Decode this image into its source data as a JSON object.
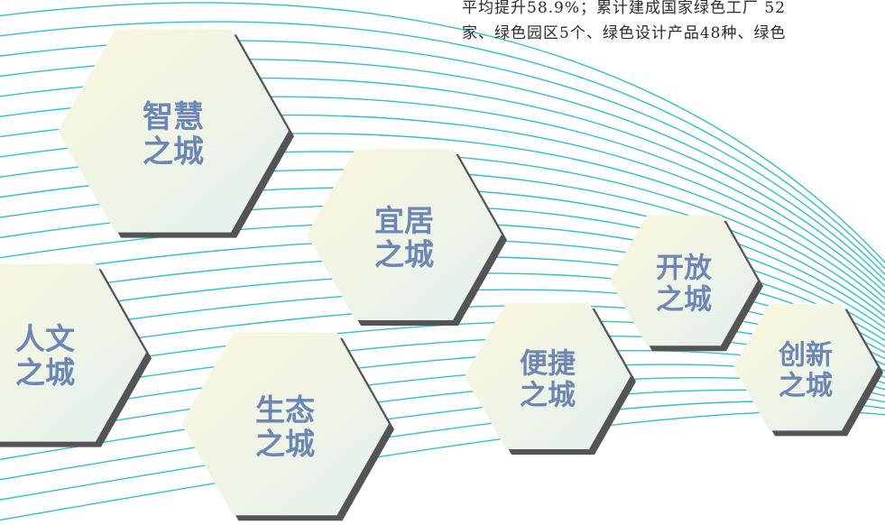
{
  "text_lines": [
    "平均提升58.9%；累计建成国家绿色工厂 52",
    "家、绿色园区5个、绿色设计产品48种、绿色"
  ],
  "hexagons": [
    {
      "line1": "智慧",
      "line2": "之城"
    },
    {
      "line1": "宜居",
      "line2": "之城"
    },
    {
      "line1": "开放",
      "line2": "之城"
    },
    {
      "line1": "人文",
      "line2": "之城"
    },
    {
      "line1": "生态",
      "line2": "之城"
    },
    {
      "line1": "便捷",
      "line2": "之城"
    },
    {
      "line1": "创新",
      "line2": "之城"
    }
  ],
  "colors": {
    "lines": "#2fc1c8",
    "hex_fill_light": "#fbf7dc",
    "hex_fill_dark": "#e3f1ef",
    "hex_shadow": "#545454",
    "label": "#6c86b5"
  }
}
